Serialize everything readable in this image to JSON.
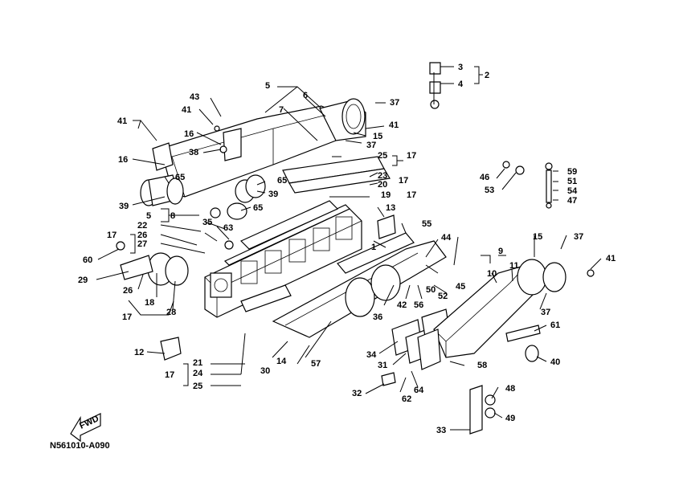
{
  "diagram": {
    "code": "N561010-A090",
    "fwd_label": "FWD",
    "callouts": [
      "2",
      "3",
      "4",
      "5",
      "6",
      "7",
      "15",
      "37",
      "41",
      "43",
      "16",
      "38",
      "25",
      "17",
      "23",
      "20",
      "19",
      "13",
      "39",
      "65",
      "8",
      "22",
      "26",
      "27",
      "35",
      "63",
      "60",
      "29",
      "18",
      "28",
      "12",
      "21",
      "24",
      "30",
      "14",
      "57",
      "36",
      "42",
      "56",
      "50",
      "52",
      "45",
      "1",
      "55",
      "44",
      "9",
      "10",
      "11",
      "61",
      "40",
      "34",
      "31",
      "32",
      "62",
      "64",
      "58",
      "33",
      "48",
      "49",
      "46",
      "53",
      "59",
      "51",
      "54",
      "47"
    ]
  }
}
